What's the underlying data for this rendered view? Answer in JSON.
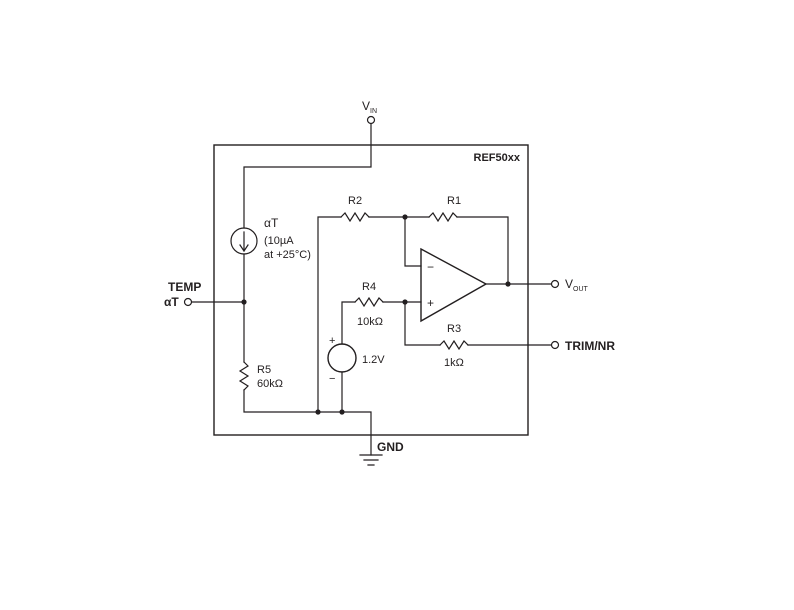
{
  "chip": {
    "name": "REF50xx"
  },
  "pins": {
    "vin": {
      "label": "V",
      "sub": "IN"
    },
    "vout": {
      "label": "V",
      "sub": "OUT"
    },
    "temp": {
      "label": "TEMP",
      "alpha": "αT"
    },
    "trim": {
      "label": "TRIM/NR"
    },
    "gnd": {
      "label": "GND"
    }
  },
  "current_source": {
    "label": "αT",
    "line1": "(10µA",
    "line2": "at +25°C)"
  },
  "resistors": {
    "r1": {
      "label": "R1"
    },
    "r2": {
      "label": "R2"
    },
    "r3": {
      "label": "R3",
      "value": "1kΩ"
    },
    "r4": {
      "label": "R4",
      "value": "10kΩ"
    },
    "r5": {
      "label": "R5",
      "value": "60kΩ"
    }
  },
  "reference": {
    "value": "1.2V",
    "plus": "+",
    "minus": "−"
  },
  "opamp": {
    "minus": "−",
    "plus": "+"
  },
  "colors": {
    "ink": "#231f20",
    "background": "#ffffff"
  }
}
